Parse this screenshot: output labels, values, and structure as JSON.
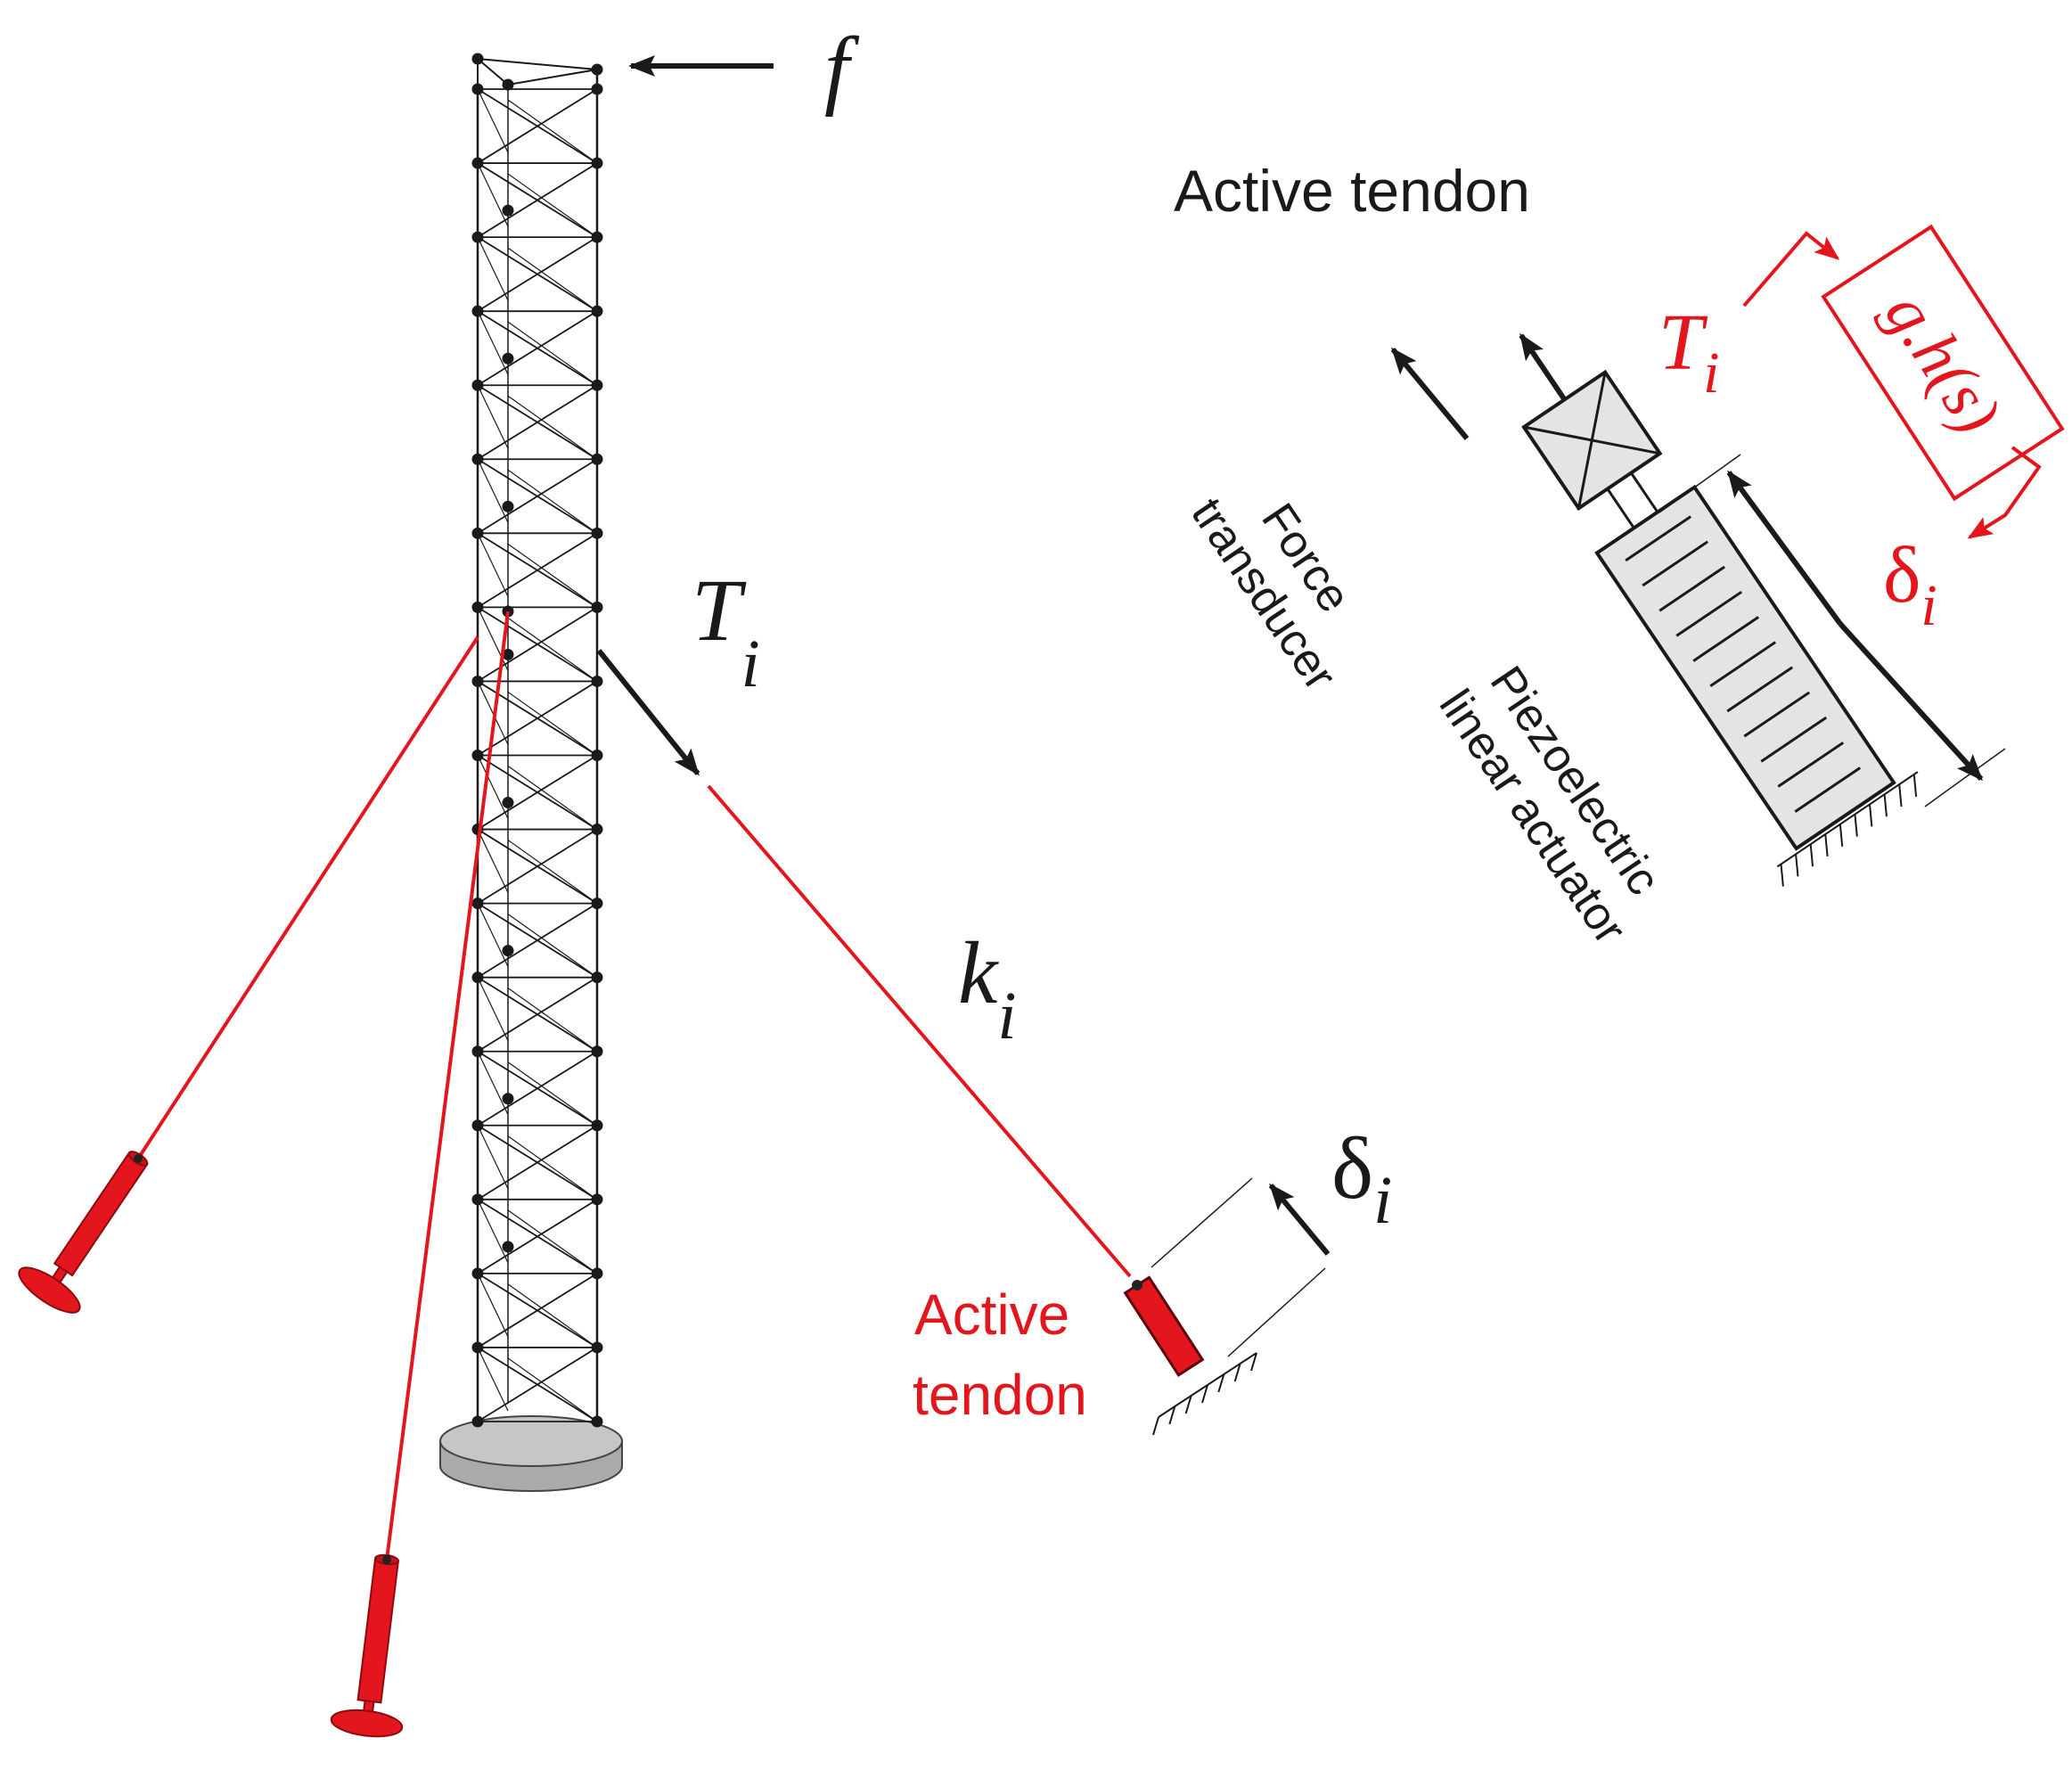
{
  "labels": {
    "force": "f",
    "tension_main": "T",
    "tension_main_sub": "i",
    "stiffness": "k",
    "stiffness_sub": "i",
    "displacement": "δ",
    "displacement_sub": "i",
    "active_tendon_red_line1": "Active",
    "active_tendon_red_line2": "tendon",
    "inset_title": "Active tendon",
    "inset_tension": "T",
    "inset_tension_sub": "i",
    "controller": "g.h(s)",
    "inset_displacement": "δ",
    "inset_displacement_sub": "i",
    "force_transducer_line1": "Force",
    "force_transducer_line2": "transducer",
    "piezo_line1": "Piezoelectric",
    "piezo_line2": "linear actuator"
  },
  "colors": {
    "tendon_red": "#e3161d",
    "structure_black": "#1a1a1a",
    "base_gray": "#c5c6c8",
    "actuator_fill": "#e4e4e4"
  }
}
